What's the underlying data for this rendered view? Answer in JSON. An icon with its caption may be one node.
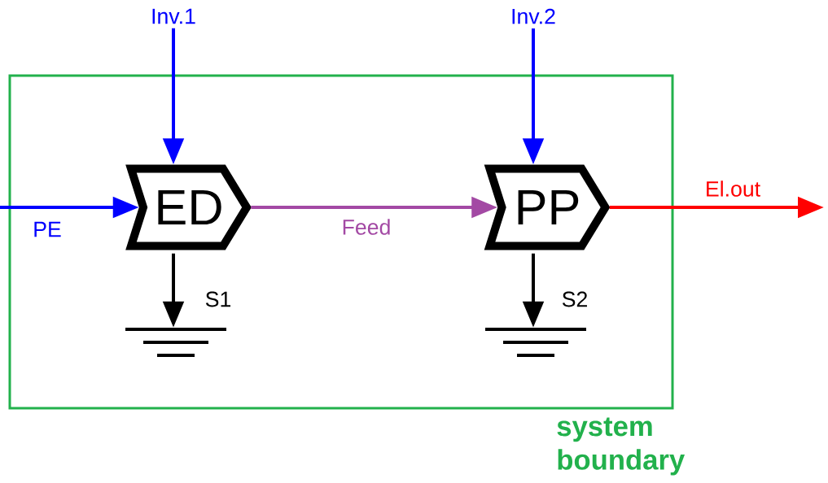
{
  "diagram": {
    "nodes": [
      {
        "text": [
          "system boundary"
        ]
      },
      {
        "text": [
          "ED"
        ],
        "in": 0
      },
      {
        "text": [
          "PP"
        ],
        "in": 0
      },
      {
        "text": [
          "Inv.1"
        ]
      },
      {
        "text": [
          "Inv.2"
        ]
      },
      {
        "text": [],
        "shape": "ground",
        "in": 0
      },
      {
        "text": [],
        "shape": "ground",
        "in": 0
      }
    ],
    "edges": [
      {
        "from": 3,
        "to": 1,
        "arrow": "to"
      },
      {
        "from": null,
        "to": 1,
        "arrow": "to",
        "label": "PE"
      },
      {
        "from": 1,
        "to": 2,
        "arrow": "to",
        "label": "Feed",
        "color": "#a349a4"
      },
      {
        "from": 2,
        "to": null,
        "arrow": "to",
        "label": "El.out",
        "color": "#ff0000"
      },
      {
        "from": 4,
        "to": 2,
        "arrow": "to"
      },
      {
        "from": 1,
        "to": 5,
        "arrow": "to",
        "label": "S1",
        "color": "#000000"
      },
      {
        "from": 2,
        "to": 6,
        "arrow": "to",
        "label": "S2",
        "color": "#000000"
      }
    ]
  }
}
